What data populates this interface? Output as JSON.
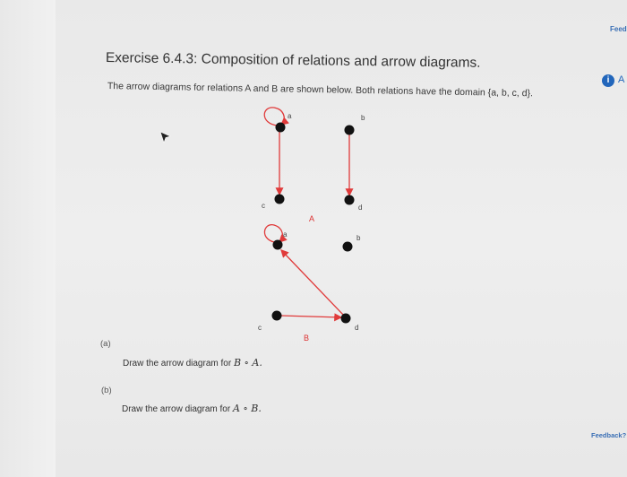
{
  "header": {
    "feed_link": "Feed"
  },
  "info": {
    "icon_glyph": "i",
    "letter": "A"
  },
  "exercise": {
    "title": "Exercise 6.4.3: Composition of relations and arrow diagrams.",
    "description": "The arrow diagrams for relations A and B are shown below. Both relations have the domain {a, b, c, d}."
  },
  "diagram_A": {
    "name": "A",
    "nodes": {
      "a": "a",
      "b": "b",
      "c": "c",
      "d": "d"
    }
  },
  "diagram_B": {
    "name": "B",
    "nodes": {
      "a": "a",
      "b": "b",
      "c": "c",
      "d": "d"
    }
  },
  "parts": {
    "a_tag": "(a)",
    "a_text_prefix": "Draw the arrow diagram for",
    "a_expr": "B ∘ A.",
    "b_tag": "(b)",
    "b_text_prefix": "Draw the arrow diagram for",
    "b_expr": "A ∘ B."
  },
  "footer": {
    "feedback_link": "Feedback?"
  },
  "colors": {
    "arrow": "#e03a3a",
    "node": "#111111",
    "link": "#3a6fb5",
    "info": "#2266bb"
  }
}
